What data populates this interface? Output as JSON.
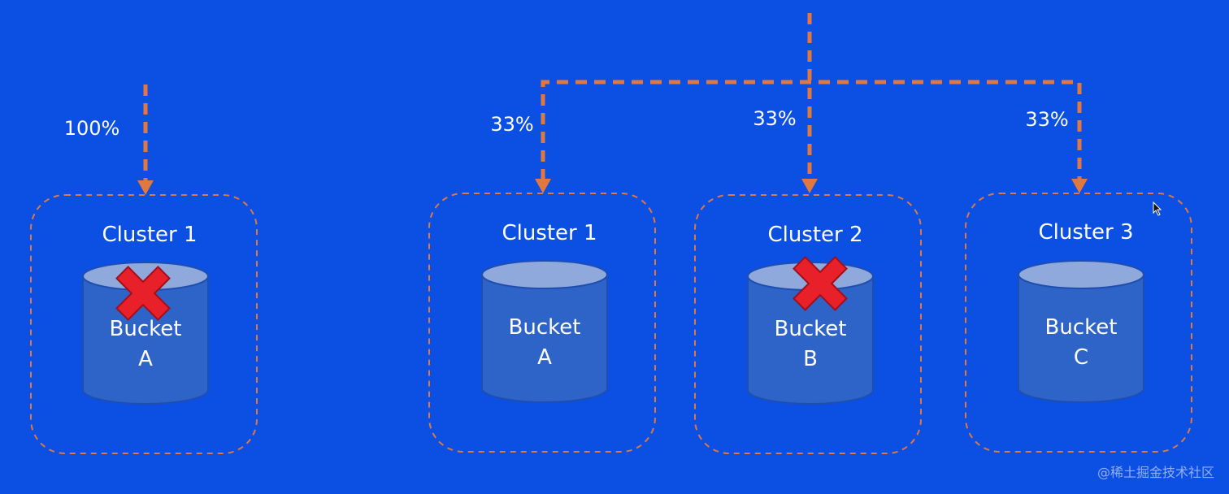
{
  "left_scenario": {
    "share_label": "100%",
    "cluster": {
      "label": "Cluster 1",
      "bucket_line1": "Bucket",
      "bucket_line2": "A",
      "failed": true
    }
  },
  "right_scenario": {
    "clusters": [
      {
        "share_label": "33%",
        "label": "Cluster 1",
        "bucket_line1": "Bucket",
        "bucket_line2": "A",
        "failed": false
      },
      {
        "share_label": "33%",
        "label": "Cluster 2",
        "bucket_line1": "Bucket",
        "bucket_line2": "B",
        "failed": true
      },
      {
        "share_label": "33%",
        "label": "Cluster 3",
        "bucket_line1": "Bucket",
        "bucket_line2": "C",
        "failed": false
      }
    ]
  },
  "watermark": "@稀土掘金技术社区",
  "colors": {
    "background": "#0b4fe3",
    "flow": "#e07840",
    "bucket_body": "#2e63c8",
    "bucket_top": "#8fa9dc",
    "failure": "#e8202a"
  },
  "icons": {
    "failure_marker": "x-mark-icon",
    "pointer": "mouse-cursor-icon"
  }
}
